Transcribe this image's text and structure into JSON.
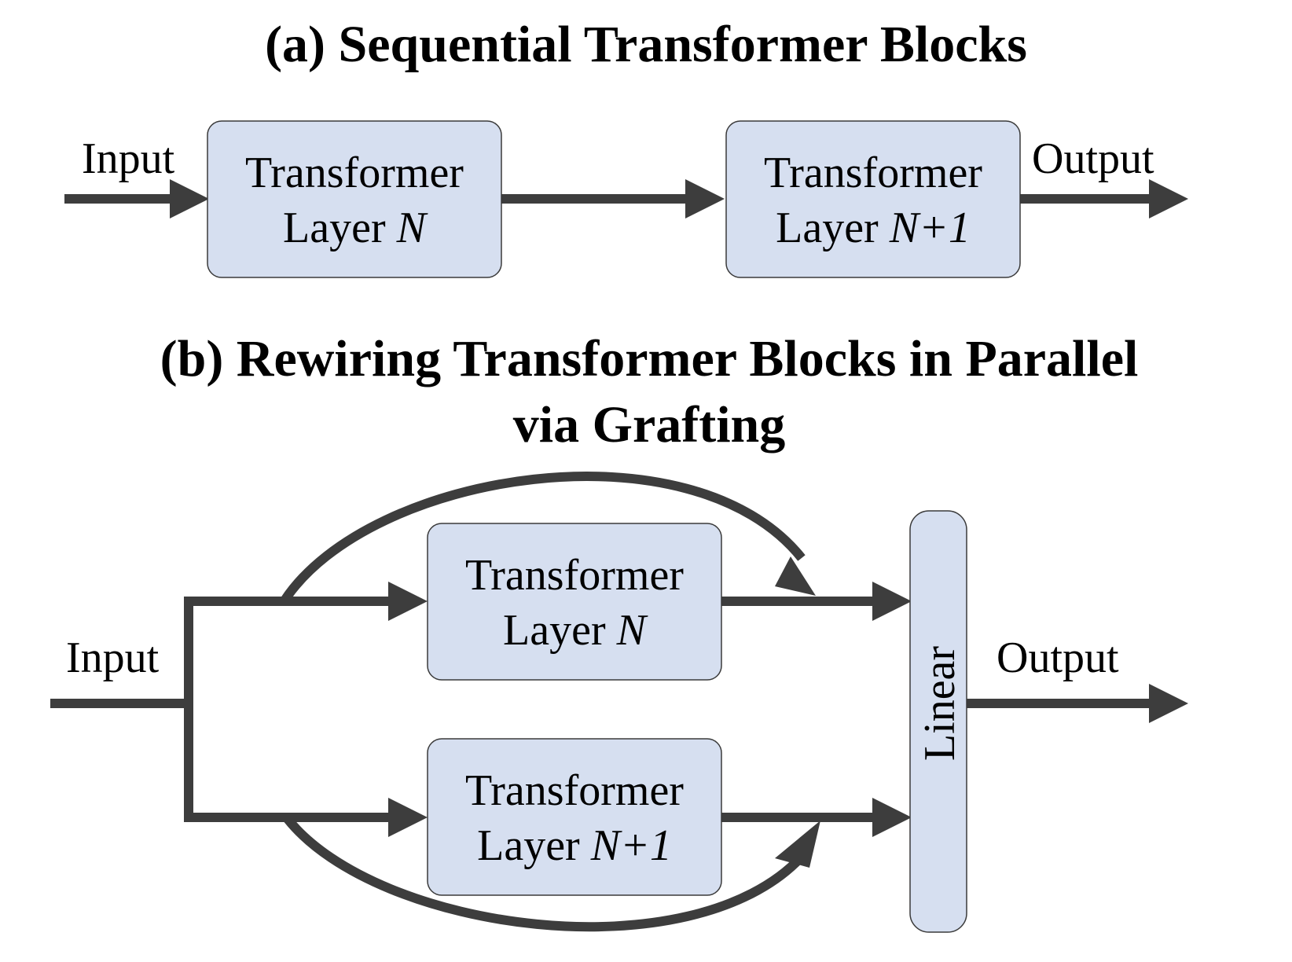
{
  "panel_a": {
    "title": "(a) Sequential Transformer Blocks",
    "input_label": "Input",
    "output_label": "Output",
    "block1": {
      "line1": "Transformer",
      "line2_prefix": "Layer ",
      "line2_var": "N"
    },
    "block2": {
      "line1": "Transformer",
      "line2_prefix": "Layer ",
      "line2_var": "N+1"
    }
  },
  "panel_b": {
    "title_line1": "(b) Rewiring Transformer Blocks in Parallel",
    "title_line2": "via Grafting",
    "input_label": "Input",
    "output_label": "Output",
    "block1": {
      "line1": "Transformer",
      "line2_prefix": "Layer ",
      "line2_var": "N"
    },
    "block2": {
      "line1": "Transformer",
      "line2_prefix": "Layer ",
      "line2_var": "N+1"
    },
    "linear_label": "Linear"
  },
  "colors": {
    "box_fill": "#d6dff0",
    "wire": "#3d3d3d"
  }
}
